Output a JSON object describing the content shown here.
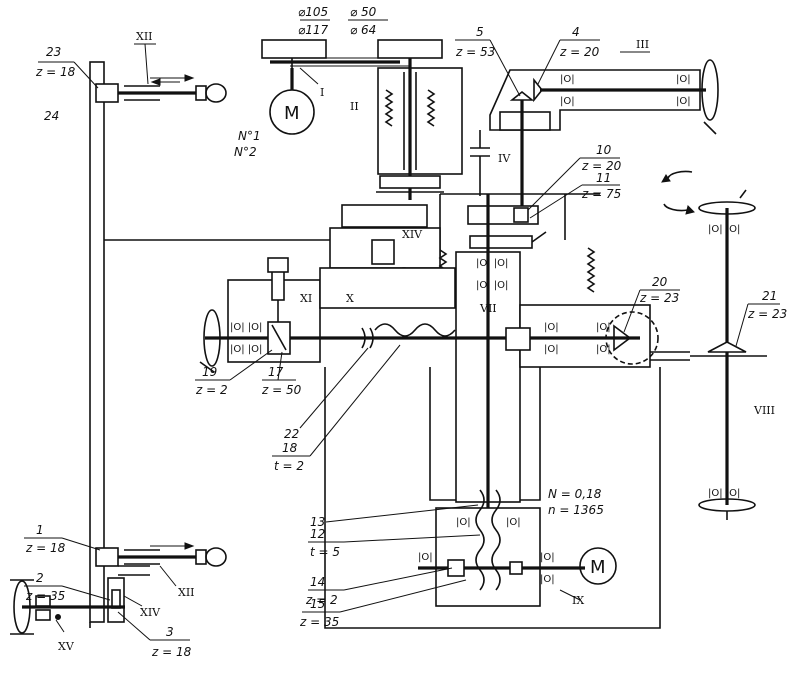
{
  "labels": {
    "p23": "23",
    "p23z": "z = 18",
    "shaftXII_top": "XII",
    "p24": "24",
    "d105": "⌀105",
    "d117": "⌀117",
    "d50": "⌀ 50",
    "d64": "⌀ 64",
    "shaftI": "I",
    "motor1_name1": "N°1",
    "motor1_name2": "N°2",
    "motorM": "M",
    "shaftII": "II",
    "p5": "5",
    "p5z": "z = 53",
    "p4": "4",
    "p4z": "z = 20",
    "shaftIII": "III",
    "shaftIV": "IV",
    "p10": "10",
    "p10z": "z = 20",
    "p11": "11",
    "p11z": "z = 75",
    "shaftXIV_mid": "XIV",
    "shaftXI": "XI",
    "shaftX": "X",
    "shaftVII": "VII",
    "p20": "20",
    "p20z": "z = 23",
    "p21": "21",
    "p21z": "z = 23",
    "p19": "19",
    "p19z": "z = 2",
    "p17": "17",
    "p17z": "z = 50",
    "p22": "22",
    "p18": "18",
    "p18t": "t = 2",
    "shaftVIII": "VIII",
    "p13": "13",
    "p12": "12",
    "p12t": "t = 5",
    "motor2_N": "N = 0,18",
    "motor2_n": "n = 1365",
    "p14": "14",
    "p14z": "z = 2",
    "shaftIX": "IX",
    "p15": "15",
    "p15z": "z = 35",
    "p1": "1",
    "p1z": "z = 18",
    "p2": "2",
    "p2z": "z = 35",
    "shaftXII_bot": "XII",
    "shaftXIV_bot": "XIV",
    "p3": "3",
    "p3z": "z = 18",
    "shaftXV": "XV"
  }
}
